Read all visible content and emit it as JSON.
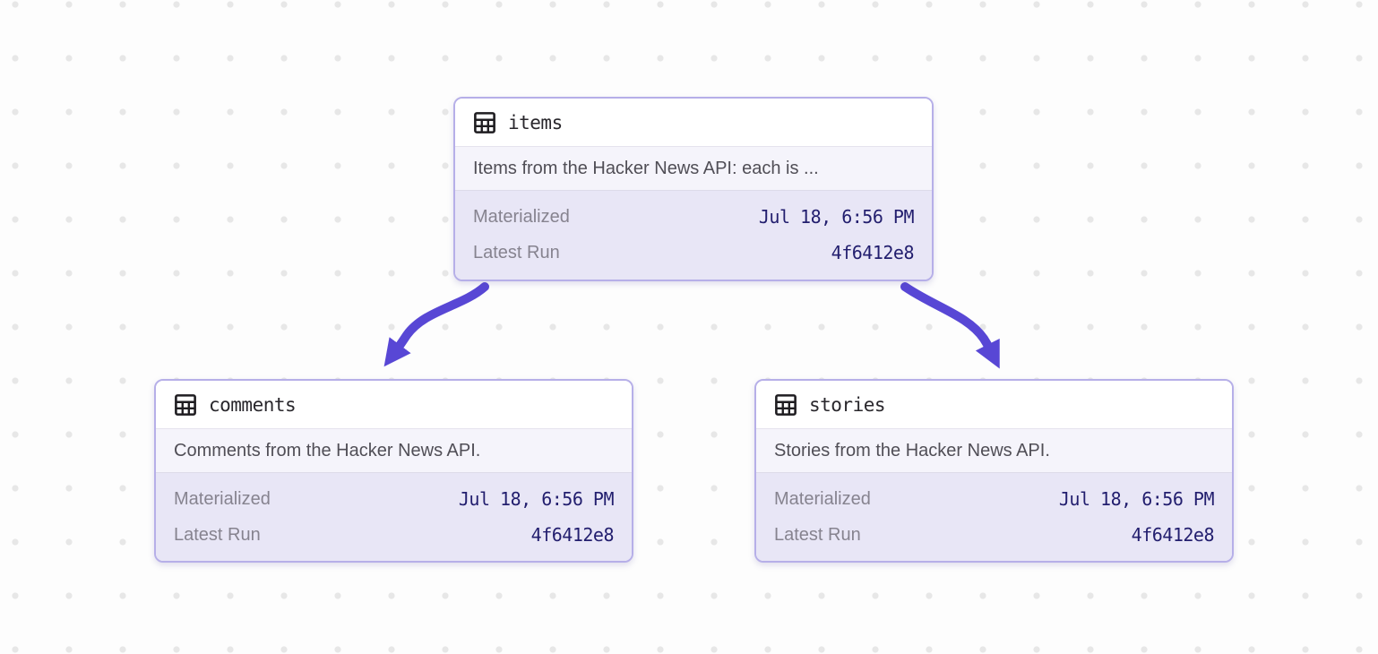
{
  "app": "asset-lineage-graph",
  "colors": {
    "canvas_bg": "#fdfdfd",
    "dot": "#e7e7e7",
    "node_border": "#b6afe8",
    "header_bg": "#ffffff",
    "description_bg": "#f5f4fb",
    "stats_bg": "#e8e6f6",
    "asset_name_text": "#29272c",
    "description_text": "#504e56",
    "stat_label_text": "#86838f",
    "stat_value_text": "#221e6e",
    "arrow": "#5847d5"
  },
  "nodes": [
    {
      "id": "items",
      "name": "items",
      "icon": "table-icon",
      "description": "Items from the Hacker News API: each is ...",
      "stats": [
        {
          "label": "Materialized",
          "value": "Jul 18, 6:56 PM"
        },
        {
          "label": "Latest Run",
          "value": "4f6412e8"
        }
      ]
    },
    {
      "id": "comments",
      "name": "comments",
      "icon": "table-icon",
      "description": "Comments from the Hacker News API.",
      "stats": [
        {
          "label": "Materialized",
          "value": "Jul 18, 6:56 PM"
        },
        {
          "label": "Latest Run",
          "value": "4f6412e8"
        }
      ]
    },
    {
      "id": "stories",
      "name": "stories",
      "icon": "table-icon",
      "description": "Stories from the Hacker News API.",
      "stats": [
        {
          "label": "Materialized",
          "value": "Jul 18, 6:56 PM"
        },
        {
          "label": "Latest Run",
          "value": "4f6412e8"
        }
      ]
    }
  ],
  "edges": [
    {
      "from": "items",
      "to": "comments"
    },
    {
      "from": "items",
      "to": "stories"
    }
  ]
}
